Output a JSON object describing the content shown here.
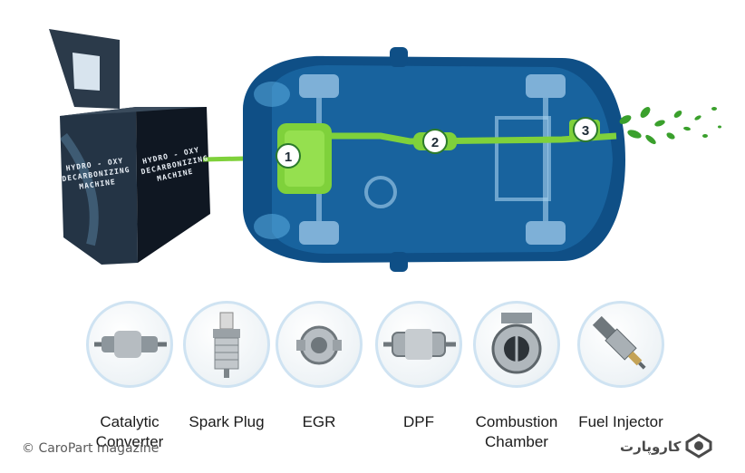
{
  "machine": {
    "front_label": "HYDRO - OXY DECARBONIZING MACHINE",
    "side_label": "HYDRO - OXY DECARBONIZING MACHINE"
  },
  "markers": [
    "1",
    "2",
    "3"
  ],
  "parts": [
    {
      "label": "Catalytic Converter",
      "icon": "catalytic-converter-icon"
    },
    {
      "label": "Spark Plug",
      "icon": "spark-plug-icon"
    },
    {
      "label": "EGR",
      "icon": "egr-valve-icon"
    },
    {
      "label": "DPF",
      "icon": "dpf-filter-icon"
    },
    {
      "label": "Combustion Chamber",
      "icon": "combustion-chamber-icon"
    },
    {
      "label": "Fuel Injector",
      "icon": "fuel-injector-icon"
    }
  ],
  "watermark": "© CaroPart magazine",
  "brand": {
    "text": "کاروپارت",
    "logo_icon": "caropart-logo-icon"
  },
  "colors": {
    "car_body": "#0f4f86",
    "flow_green": "#7fd13b",
    "leaf_green": "#3aa02c"
  }
}
